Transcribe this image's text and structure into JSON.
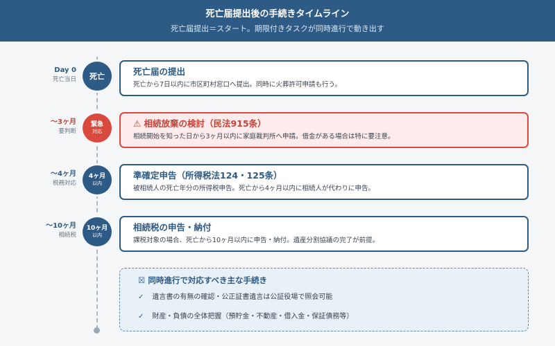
{
  "header": {
    "title": "死亡届提出後の手続きタイムライン",
    "subtitle": "死亡届提出＝スタート。期限付きタスクが同時進行で動き出す"
  },
  "timeline": [
    {
      "when": "Day 0",
      "when_note": "死亡当日",
      "node_main": "死亡",
      "node_sub": "",
      "title": "死亡届の提出",
      "description": "死亡から7日以内に市区町村窓口へ提出。同時に火葬許可申請も行う。",
      "urgent": false
    },
    {
      "when": "〜3ヶ月",
      "when_note": "要判断",
      "node_main": "緊急",
      "node_sub": "対応",
      "title": "⚠ 相続放棄の検討（民法915条）",
      "description": "相続開始を知った日から3ヶ月以内に家庭裁判所へ申請。借金がある場合は特に要注意。",
      "urgent": true
    },
    {
      "when": "〜4ヶ月",
      "when_note": "税務対応",
      "node_main": "4ヶ月",
      "node_sub": "以内",
      "title": "準確定申告（所得税法124・125条）",
      "description": "被相続人の死亡年分の所得税申告。死亡から4ヶ月以内に相続人が代わりに申告。",
      "urgent": false
    },
    {
      "when": "〜10ヶ月",
      "when_note": "相続税",
      "node_main": "10ヶ月",
      "node_sub": "以内",
      "title": "相続税の申告・納付",
      "description": "課税対象の場合、死亡から10ヶ月以内に申告・納付。遺産分割協議の完了が前提。",
      "urgent": false
    }
  ],
  "parallel": {
    "icon": "☒",
    "title": "同時進行で対応すべき主な手続き",
    "check_mark": "✓",
    "items": [
      "遺言書の有無の確認・公正証書遺言は公証役場で照会可能",
      "財産・負債の全体把握（預貯金・不動産・借入金・保証債務等）"
    ]
  },
  "colors": {
    "header_bg": "#2e5b85",
    "accent": "#2e5b85",
    "urgent": "#d9493d",
    "urgent_bg": "#fdeceb",
    "parallel_bg": "#e9f1f8"
  }
}
